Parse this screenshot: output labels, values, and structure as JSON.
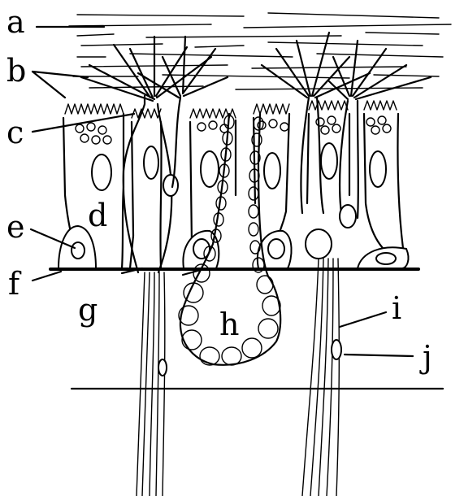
{
  "diagram": {
    "labels": [
      {
        "id": "a",
        "text": "a"
      },
      {
        "id": "b",
        "text": "b"
      },
      {
        "id": "c",
        "text": "c"
      },
      {
        "id": "d",
        "text": "d"
      },
      {
        "id": "e",
        "text": "e"
      },
      {
        "id": "f",
        "text": "f"
      },
      {
        "id": "g",
        "text": "g"
      },
      {
        "id": "h",
        "text": "h"
      },
      {
        "id": "i",
        "text": "i"
      },
      {
        "id": "j",
        "text": "j"
      }
    ]
  }
}
